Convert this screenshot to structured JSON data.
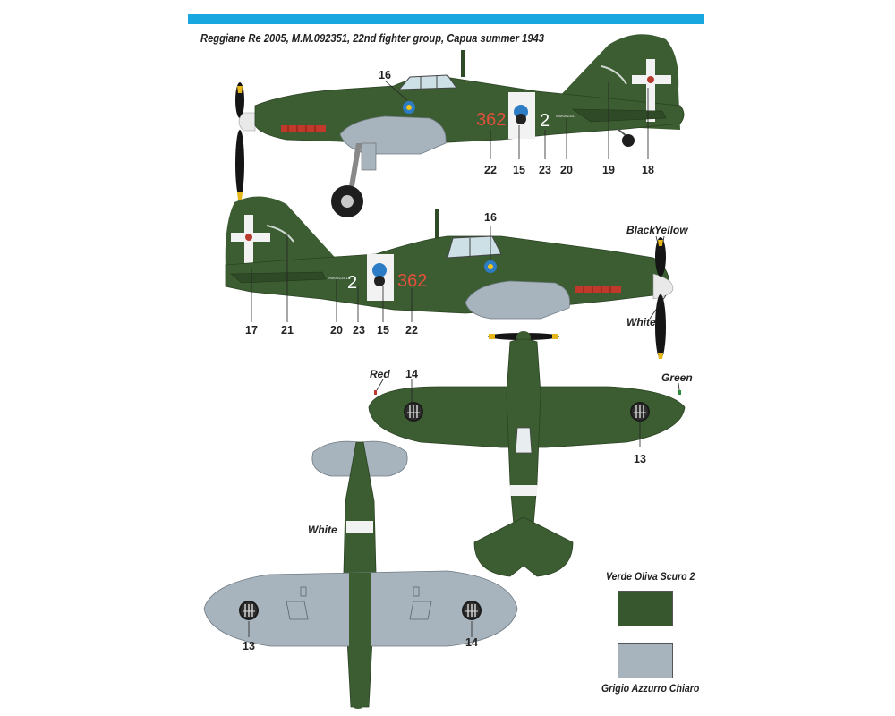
{
  "caption": "Reggiane Re 2005, M.M.092351, 22nd fighter group, Capua summer 1943",
  "colors": {
    "header_bar": "#19a7e0",
    "verde_oliva_scuro_2": "#37582e",
    "grigio_azzurro_chiaro": "#a7b3bd",
    "accent_red": "#e2503c"
  },
  "side_left_callouts": {
    "c16": "16",
    "c22": "22",
    "c15": "15",
    "c23": "23",
    "c20": "20",
    "c19": "19",
    "c18": "18"
  },
  "side_right_callouts": {
    "c16": "16",
    "c17": "17",
    "c21": "21",
    "c20": "20",
    "c23": "23",
    "c15": "15",
    "c22": "22"
  },
  "markings": {
    "code_number": "362",
    "aircraft_number": "2",
    "serial": "MM092351"
  },
  "notes": {
    "black": "Black",
    "yellow": "Yellow",
    "white_spinner": "White",
    "red": "Red",
    "green": "Green",
    "white_band": "White"
  },
  "top_view_callouts": {
    "c14": "14",
    "c13": "13"
  },
  "bottom_view_callouts": {
    "c13": "13",
    "c14": "14"
  },
  "swatches": {
    "green_label": "Verde Oliva Scuro 2",
    "grey_label": "Grigio Azzurro Chiaro"
  }
}
